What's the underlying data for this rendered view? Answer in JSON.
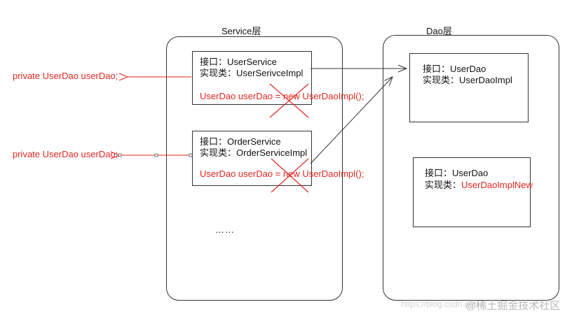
{
  "service_layer": {
    "title": "Service层",
    "boxes": [
      {
        "interface_label": "接口：UserService",
        "impl_label": "实现类：UserSerivceImpl",
        "code": "UserDao userDao = new UserDaoImpl();"
      },
      {
        "interface_label": "接口：OrderService",
        "impl_label": "实现类：OrderServiceImpl",
        "code": "UserDao userDao = new UserDaoImpl();"
      }
    ],
    "ellipsis": "……"
  },
  "dao_layer": {
    "title": "Dao层",
    "boxes": [
      {
        "interface_label": "接口：UserDao",
        "impl_label": "实现类：UserDaoImpl"
      },
      {
        "interface_label": "接口：UserDao",
        "impl_prefix": "实现类：",
        "impl_new": "UserDaoImplNew"
      }
    ]
  },
  "side_notes": [
    "private UserDao userDao;",
    "private UserDao userDao;"
  ],
  "watermark": {
    "url": "https://blog.csdn.net/",
    "brand": "@稀土掘金技术社区"
  },
  "colors": {
    "highlight_red": "#e0261f",
    "stroke": "#333333"
  }
}
